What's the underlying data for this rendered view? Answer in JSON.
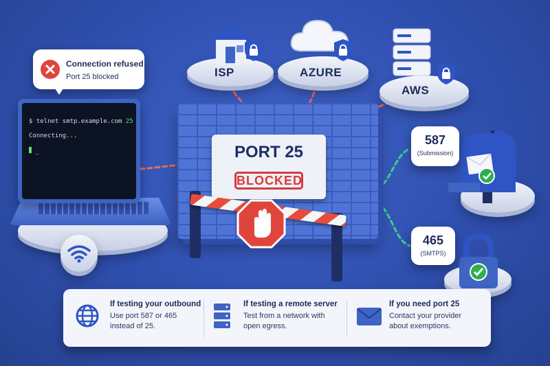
{
  "error_bubble": {
    "title": "Connection refused",
    "subtitle": "Port 25 blocked"
  },
  "terminal": {
    "prompt": "$",
    "command": "telnet smtp.example.com",
    "port": "25",
    "status": "Connecting..."
  },
  "providers": [
    {
      "label": "ISP",
      "icon": "house-icon"
    },
    {
      "label": "AZURE",
      "icon": "cloud-icon"
    },
    {
      "label": "AWS",
      "icon": "server-icon"
    }
  ],
  "wall_sign": {
    "title": "PORT 25",
    "status": "BLOCKED"
  },
  "alternatives": [
    {
      "port": "587",
      "label": "(Submission)"
    },
    {
      "port": "465",
      "label": "(SMTPS)"
    }
  ],
  "tips": [
    {
      "title": "If testing your outbound",
      "line1": "Use port 587 or 465",
      "line2": "instead of 25.",
      "icon": "globe-icon"
    },
    {
      "title": "If testing a remote server",
      "line1": "Test from a network with",
      "line2": "open egress.",
      "icon": "server-icon"
    },
    {
      "title": "If you need port 25",
      "line1": "Contact your provider",
      "line2": "about exemptions.",
      "icon": "envelope-icon"
    }
  ],
  "colors": {
    "background": "#2f4fae",
    "error": "#d93a3a",
    "success": "#2fae4f",
    "accent": "#3e64c4"
  }
}
